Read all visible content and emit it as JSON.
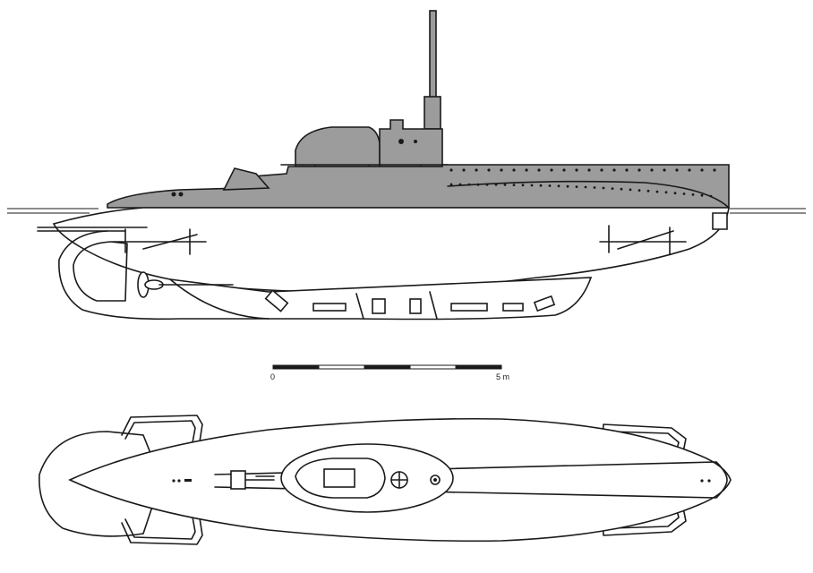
{
  "drawing": {
    "views": [
      "side-elevation",
      "plan-view"
    ],
    "scale_bar": {
      "start_label": "0",
      "end_label": "5 m",
      "segments": 5
    },
    "colors": {
      "background": "#ffffff",
      "ink": "#1a1a1a",
      "deck_shading": "#9c9c9c"
    }
  }
}
